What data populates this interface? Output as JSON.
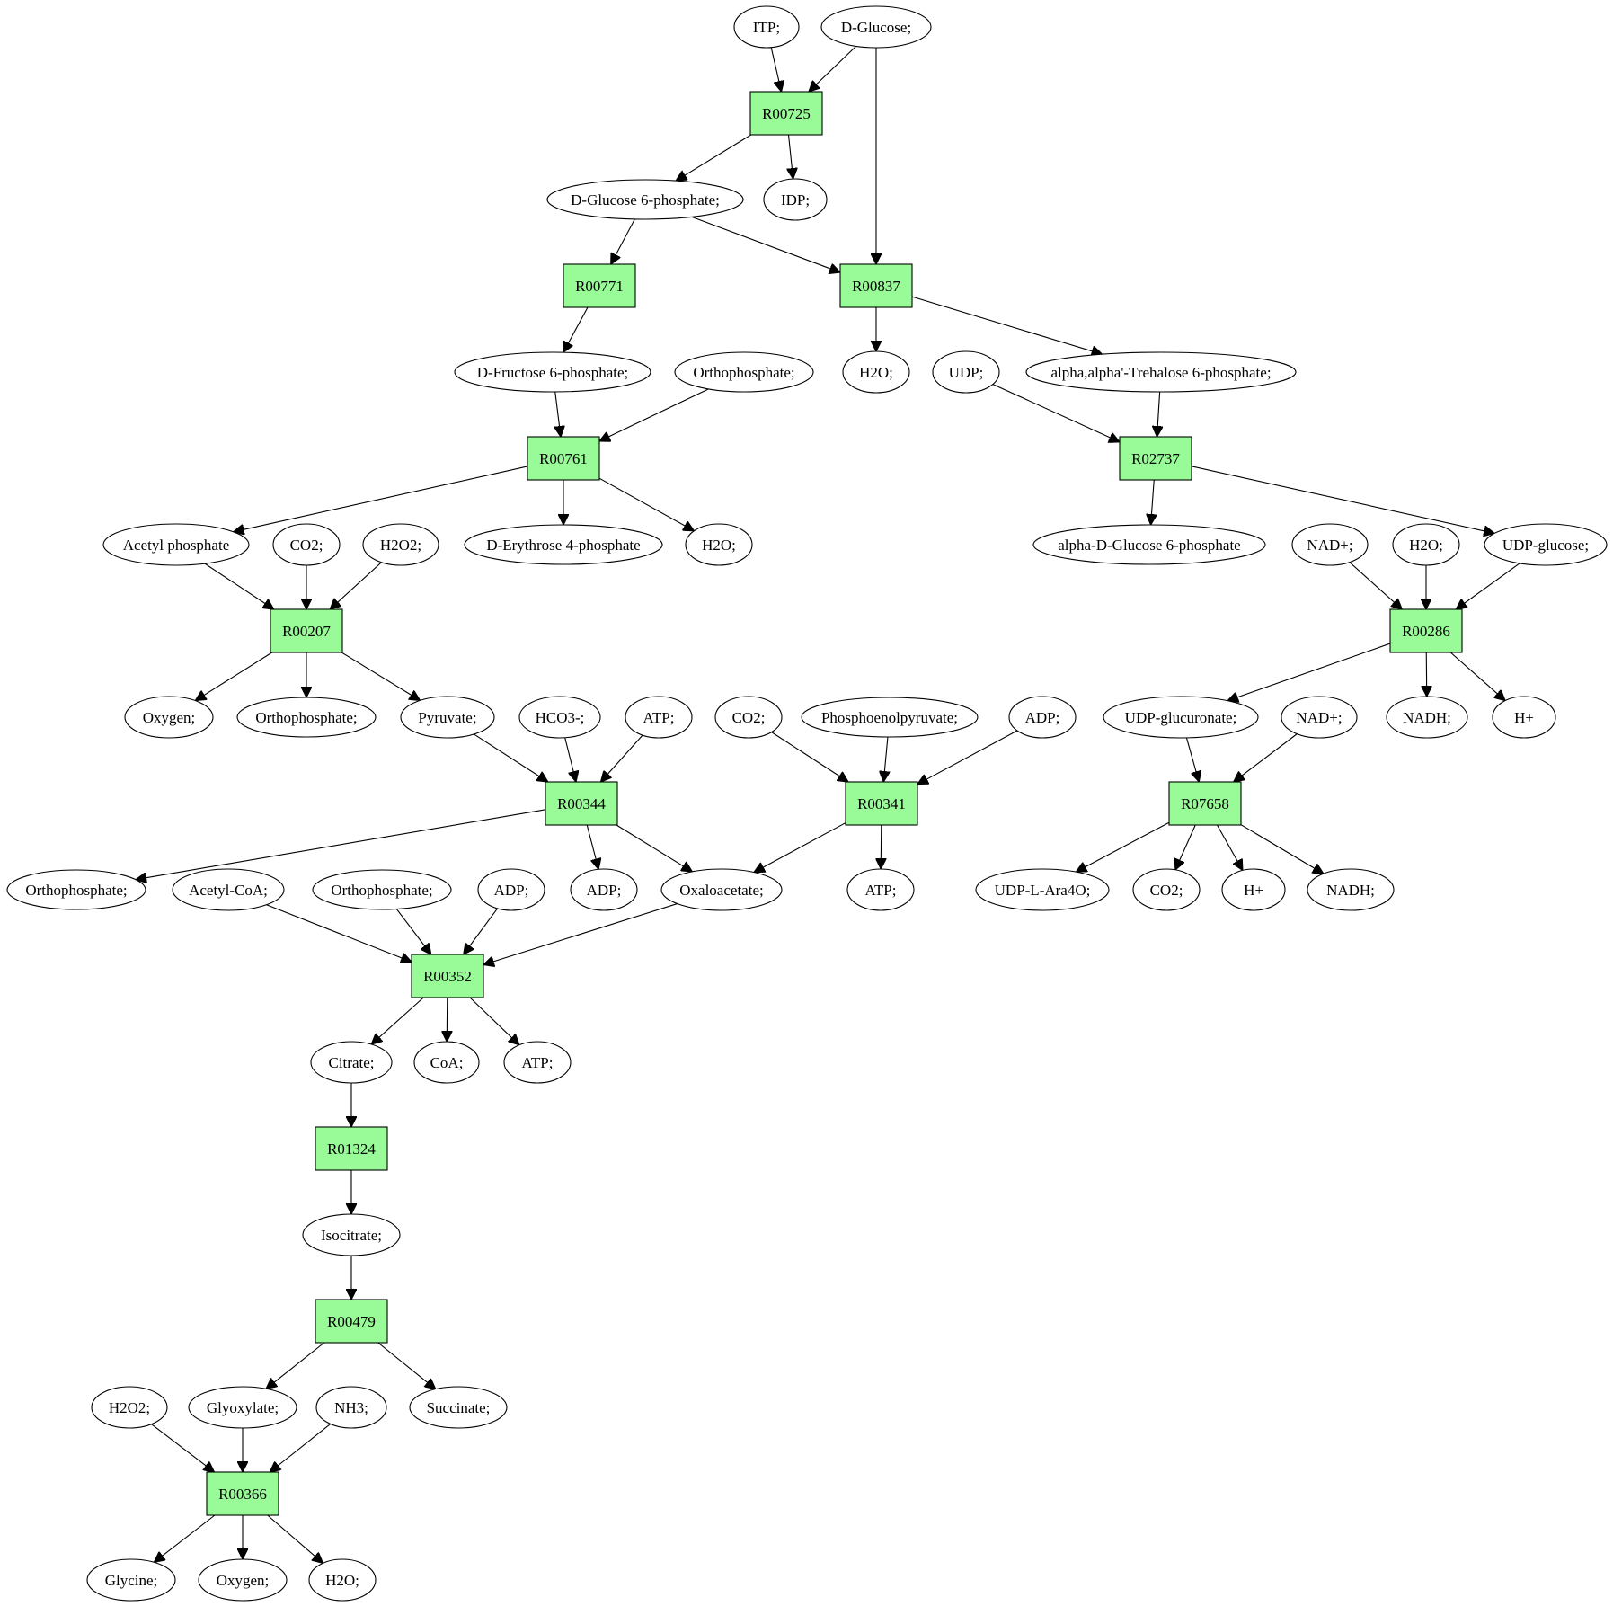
{
  "colors": {
    "reaction_fill": "#98fb98",
    "compound_fill": "#ffffff",
    "start_fill": "#00ee00",
    "target_fill": "#ffff00",
    "edge": "#000000"
  },
  "nodes": [
    {
      "id": "itp",
      "kind": "compound",
      "label": "ITP;"
    },
    {
      "id": "dglucose",
      "kind": "compound",
      "label": "D-Glucose;",
      "highlight": "start"
    },
    {
      "id": "r00725",
      "kind": "reaction",
      "label": "R00725"
    },
    {
      "id": "g6p",
      "kind": "compound",
      "label": "D-Glucose 6-phosphate;"
    },
    {
      "id": "idp",
      "kind": "compound",
      "label": "IDP;"
    },
    {
      "id": "r00771",
      "kind": "reaction",
      "label": "R00771"
    },
    {
      "id": "r00837",
      "kind": "reaction",
      "label": "R00837"
    },
    {
      "id": "f6p",
      "kind": "compound",
      "label": "D-Fructose 6-phosphate;"
    },
    {
      "id": "orthophos1",
      "kind": "compound",
      "label": "Orthophosphate;"
    },
    {
      "id": "h2o1",
      "kind": "compound",
      "label": "H2O;"
    },
    {
      "id": "udp",
      "kind": "compound",
      "label": "UDP;"
    },
    {
      "id": "trehalose6p",
      "kind": "compound",
      "label": "alpha,alpha'-Trehalose 6-phosphate;"
    },
    {
      "id": "r00761",
      "kind": "reaction",
      "label": "R00761"
    },
    {
      "id": "r02737",
      "kind": "reaction",
      "label": "R02737"
    },
    {
      "id": "acetylp",
      "kind": "compound",
      "label": "Acetyl phosphate"
    },
    {
      "id": "co2a",
      "kind": "compound",
      "label": "CO2;"
    },
    {
      "id": "h2o2a",
      "kind": "compound",
      "label": "H2O2;"
    },
    {
      "id": "e4p",
      "kind": "compound",
      "label": "D-Erythrose 4-phosphate"
    },
    {
      "id": "h2o2",
      "kind": "compound",
      "label": "H2O;"
    },
    {
      "id": "adg6p",
      "kind": "compound",
      "label": "alpha-D-Glucose 6-phosphate"
    },
    {
      "id": "nad1",
      "kind": "compound",
      "label": "NAD+;"
    },
    {
      "id": "h2o3",
      "kind": "compound",
      "label": "H2O;"
    },
    {
      "id": "udpglc",
      "kind": "compound",
      "label": "UDP-glucose;"
    },
    {
      "id": "r00207",
      "kind": "reaction",
      "label": "R00207"
    },
    {
      "id": "r00286",
      "kind": "reaction",
      "label": "R00286"
    },
    {
      "id": "oxygen1",
      "kind": "compound",
      "label": "Oxygen;"
    },
    {
      "id": "orthophos2",
      "kind": "compound",
      "label": "Orthophosphate;"
    },
    {
      "id": "pyruvate",
      "kind": "compound",
      "label": "Pyruvate;"
    },
    {
      "id": "hco3",
      "kind": "compound",
      "label": "HCO3-;"
    },
    {
      "id": "atp1",
      "kind": "compound",
      "label": "ATP;"
    },
    {
      "id": "co2b",
      "kind": "compound",
      "label": "CO2;"
    },
    {
      "id": "pep",
      "kind": "compound",
      "label": "Phosphoenolpyruvate;"
    },
    {
      "id": "adp1",
      "kind": "compound",
      "label": "ADP;"
    },
    {
      "id": "udpglcur",
      "kind": "compound",
      "label": "UDP-glucuronate;"
    },
    {
      "id": "nad2",
      "kind": "compound",
      "label": "NAD+;"
    },
    {
      "id": "nadh1",
      "kind": "compound",
      "label": "NADH;"
    },
    {
      "id": "hplus1",
      "kind": "compound",
      "label": "H+"
    },
    {
      "id": "r00344",
      "kind": "reaction",
      "label": "R00344"
    },
    {
      "id": "r00341",
      "kind": "reaction",
      "label": "R00341"
    },
    {
      "id": "r07658",
      "kind": "reaction",
      "label": "R07658"
    },
    {
      "id": "orthophos3",
      "kind": "compound",
      "label": "Orthophosphate;"
    },
    {
      "id": "acetylcoa",
      "kind": "compound",
      "label": "Acetyl-CoA;"
    },
    {
      "id": "orthophos4",
      "kind": "compound",
      "label": "Orthophosphate;"
    },
    {
      "id": "adp2",
      "kind": "compound",
      "label": "ADP;"
    },
    {
      "id": "adp3",
      "kind": "compound",
      "label": "ADP;"
    },
    {
      "id": "oaa",
      "kind": "compound",
      "label": "Oxaloacetate;"
    },
    {
      "id": "atp2",
      "kind": "compound",
      "label": "ATP;"
    },
    {
      "id": "udparaf",
      "kind": "compound",
      "label": "UDP-L-Ara4O;"
    },
    {
      "id": "co2c",
      "kind": "compound",
      "label": "CO2;"
    },
    {
      "id": "hplus2",
      "kind": "compound",
      "label": "H+"
    },
    {
      "id": "nadh2",
      "kind": "compound",
      "label": "NADH;"
    },
    {
      "id": "r00352",
      "kind": "reaction",
      "label": "R00352"
    },
    {
      "id": "citrate",
      "kind": "compound",
      "label": "Citrate;"
    },
    {
      "id": "coa",
      "kind": "compound",
      "label": "CoA;"
    },
    {
      "id": "atp3",
      "kind": "compound",
      "label": "ATP;"
    },
    {
      "id": "r01324",
      "kind": "reaction",
      "label": "R01324"
    },
    {
      "id": "isocitrate",
      "kind": "compound",
      "label": "Isocitrate;"
    },
    {
      "id": "r00479",
      "kind": "reaction",
      "label": "R00479"
    },
    {
      "id": "h2o2b",
      "kind": "compound",
      "label": "H2O2;"
    },
    {
      "id": "glyoxylate",
      "kind": "compound",
      "label": "Glyoxylate;"
    },
    {
      "id": "nh3",
      "kind": "compound",
      "label": "NH3;"
    },
    {
      "id": "succinate",
      "kind": "compound",
      "label": "Succinate;"
    },
    {
      "id": "r00366",
      "kind": "reaction",
      "label": "R00366"
    },
    {
      "id": "glycine",
      "kind": "compound",
      "label": "Glycine;",
      "highlight": "target"
    },
    {
      "id": "oxygen2",
      "kind": "compound",
      "label": "Oxygen;"
    },
    {
      "id": "h2o4",
      "kind": "compound",
      "label": "H2O;"
    }
  ],
  "edges": [
    [
      "itp",
      "r00725"
    ],
    [
      "dglucose",
      "r00725"
    ],
    [
      "dglucose",
      "r00837"
    ],
    [
      "r00725",
      "g6p"
    ],
    [
      "r00725",
      "idp"
    ],
    [
      "g6p",
      "r00771"
    ],
    [
      "g6p",
      "r00837"
    ],
    [
      "r00771",
      "f6p"
    ],
    [
      "r00837",
      "h2o1"
    ],
    [
      "r00837",
      "trehalose6p"
    ],
    [
      "f6p",
      "r00761"
    ],
    [
      "orthophos1",
      "r00761"
    ],
    [
      "udp",
      "r02737"
    ],
    [
      "trehalose6p",
      "r02737"
    ],
    [
      "r00761",
      "acetylp"
    ],
    [
      "r00761",
      "e4p"
    ],
    [
      "r00761",
      "h2o2"
    ],
    [
      "r02737",
      "adg6p"
    ],
    [
      "r02737",
      "udpglc"
    ],
    [
      "acetylp",
      "r00207"
    ],
    [
      "co2a",
      "r00207"
    ],
    [
      "h2o2a",
      "r00207"
    ],
    [
      "nad1",
      "r00286"
    ],
    [
      "h2o3",
      "r00286"
    ],
    [
      "udpglc",
      "r00286"
    ],
    [
      "r00207",
      "oxygen1"
    ],
    [
      "r00207",
      "orthophos2"
    ],
    [
      "r00207",
      "pyruvate"
    ],
    [
      "r00286",
      "udpglcur"
    ],
    [
      "r00286",
      "nadh1"
    ],
    [
      "r00286",
      "hplus1"
    ],
    [
      "pyruvate",
      "r00344"
    ],
    [
      "hco3",
      "r00344"
    ],
    [
      "atp1",
      "r00344"
    ],
    [
      "co2b",
      "r00341"
    ],
    [
      "pep",
      "r00341"
    ],
    [
      "adp1",
      "r00341"
    ],
    [
      "udpglcur",
      "r07658"
    ],
    [
      "nad2",
      "r07658"
    ],
    [
      "r00344",
      "orthophos3"
    ],
    [
      "r00344",
      "adp3"
    ],
    [
      "r00344",
      "oaa"
    ],
    [
      "r00341",
      "oaa"
    ],
    [
      "r00341",
      "atp2"
    ],
    [
      "r07658",
      "udparaf"
    ],
    [
      "r07658",
      "co2c"
    ],
    [
      "r07658",
      "hplus2"
    ],
    [
      "r07658",
      "nadh2"
    ],
    [
      "acetylcoa",
      "r00352"
    ],
    [
      "orthophos4",
      "r00352"
    ],
    [
      "adp2",
      "r00352"
    ],
    [
      "oaa",
      "r00352"
    ],
    [
      "r00352",
      "citrate"
    ],
    [
      "r00352",
      "coa"
    ],
    [
      "r00352",
      "atp3"
    ],
    [
      "citrate",
      "r01324"
    ],
    [
      "r01324",
      "isocitrate"
    ],
    [
      "isocitrate",
      "r00479"
    ],
    [
      "r00479",
      "glyoxylate"
    ],
    [
      "r00479",
      "succinate"
    ],
    [
      "h2o2b",
      "r00366"
    ],
    [
      "glyoxylate",
      "r00366"
    ],
    [
      "nh3",
      "r00366"
    ],
    [
      "r00366",
      "glycine"
    ],
    [
      "r00366",
      "oxygen2"
    ],
    [
      "r00366",
      "h2o4"
    ]
  ]
}
